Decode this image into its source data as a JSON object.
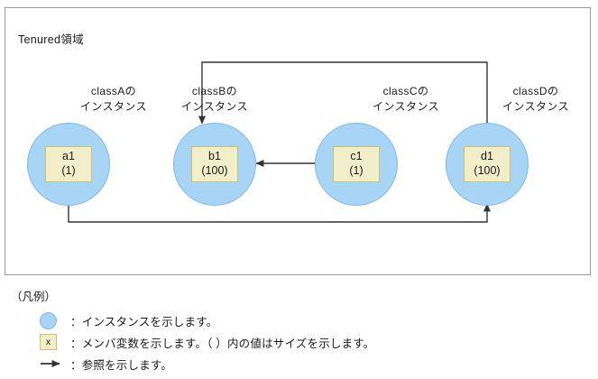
{
  "panel": {
    "title": "Tenured領域"
  },
  "instances": [
    {
      "id": "a1",
      "label_line1": "classAの",
      "label_line2": "インスタンス",
      "member_name": "a1",
      "member_size": "(1)"
    },
    {
      "id": "b1",
      "label_line1": "classBの",
      "label_line2": "インスタンス",
      "member_name": "b1",
      "member_size": "(100)"
    },
    {
      "id": "c1",
      "label_line1": "classCの",
      "label_line2": "インスタンス",
      "member_name": "c1",
      "member_size": "(1)"
    },
    {
      "id": "d1",
      "label_line1": "classDの",
      "label_line2": "インスタンス",
      "member_name": "d1",
      "member_size": "(100)"
    }
  ],
  "references": [
    {
      "from": "d1",
      "to": "b1",
      "routing": "top"
    },
    {
      "from": "c1",
      "to": "b1",
      "routing": "straight"
    },
    {
      "from": "a1",
      "to": "d1",
      "routing": "bottom"
    }
  ],
  "legend": {
    "title": "（凡例）",
    "items": [
      {
        "icon": "instance-circle",
        "text": "：インスタンスを示します。"
      },
      {
        "icon": "member-box",
        "icon_label": "x",
        "text": "：メンバ変数を示します。（ ）内の値はサイズを示します。"
      },
      {
        "icon": "reference-arrow",
        "text": "：参照を示します。"
      }
    ]
  },
  "colors": {
    "circle_fill": "#a8d4f5",
    "circle_stroke": "#7fb8e8",
    "box_fill": "#f2eeca",
    "box_stroke": "#c9c26b",
    "line": "#333333",
    "panel_border": "#9a9a9a"
  }
}
